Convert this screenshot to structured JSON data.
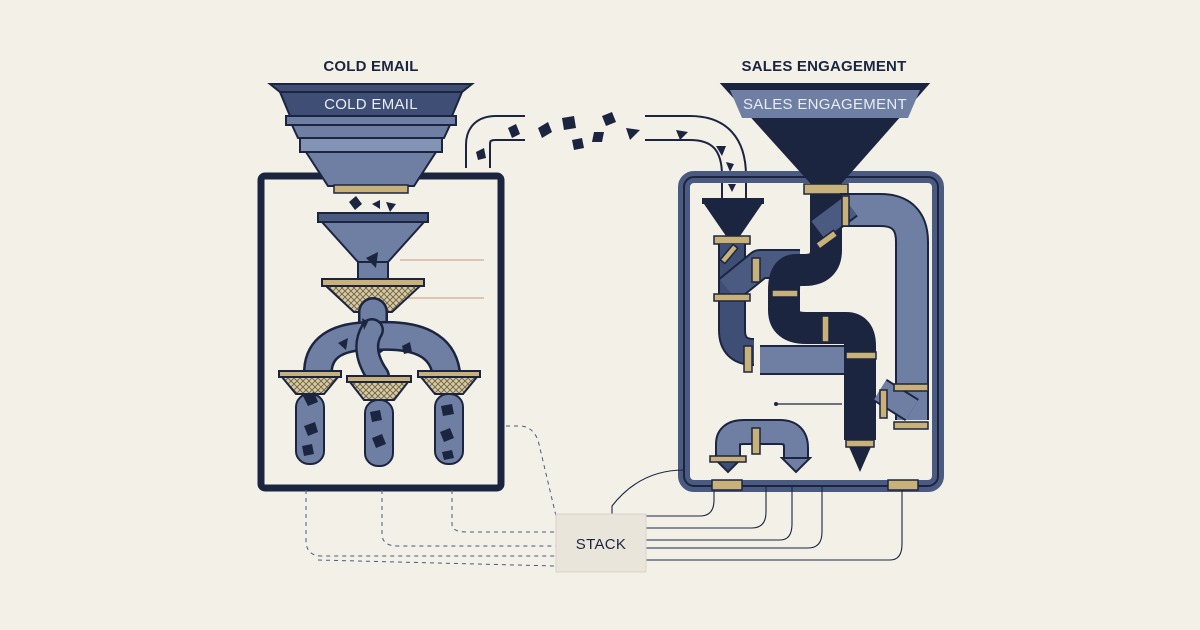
{
  "left_system": {
    "title": "COLD EMAIL",
    "hopper_label": "COLD EMAIL"
  },
  "right_system": {
    "title": "SALES ENGAGEMENT",
    "hopper_label": "SALES ENGAGEMENT"
  },
  "hub": {
    "label": "STACK"
  },
  "colors": {
    "background": "#f3f0e8",
    "navy": "#1c2540",
    "slate": "#6e7fa3",
    "slate_dark": "#4a5a80",
    "brass": "#c9b27a",
    "mesh": "#d8c9a0"
  },
  "icons": {
    "funnel": "funnel-icon",
    "filter_mesh": "mesh-filter-icon",
    "pipe": "pipe-icon",
    "particle": "particle-icon"
  }
}
